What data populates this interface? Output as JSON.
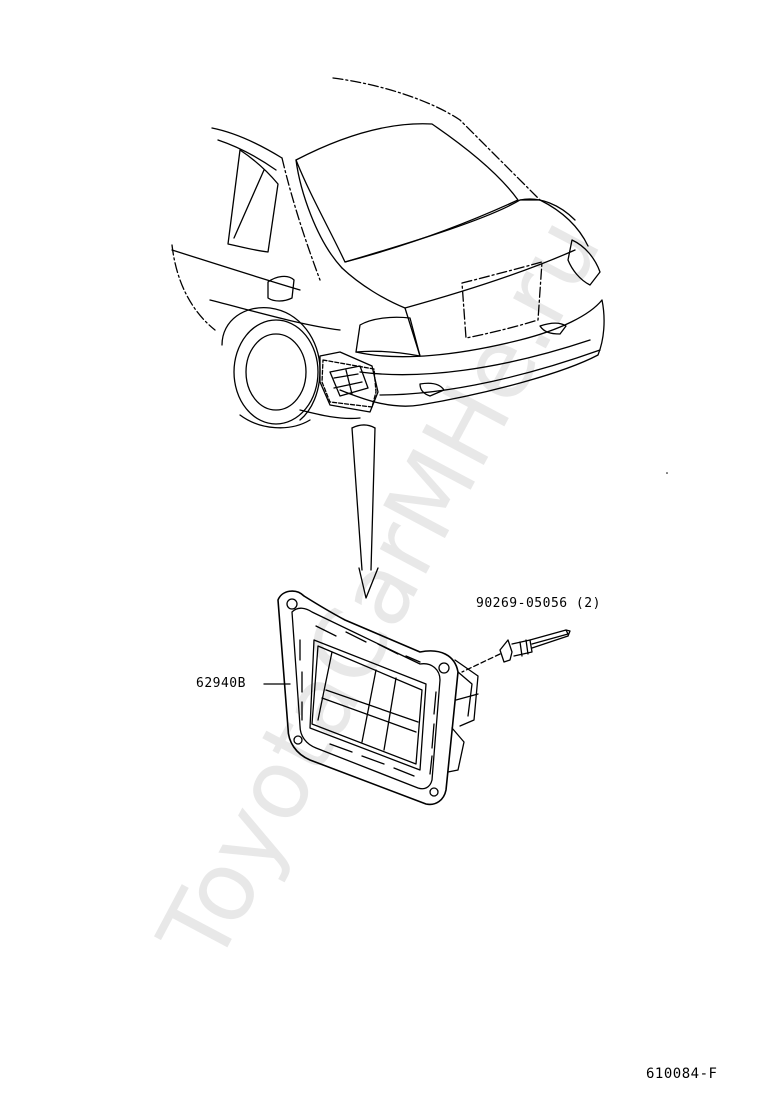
{
  "watermark": "ToyotaCarMHe.ru",
  "parts": {
    "part_a": "62940B",
    "part_b": "90269-05056 (2)"
  },
  "diagram_code": "610084-F"
}
